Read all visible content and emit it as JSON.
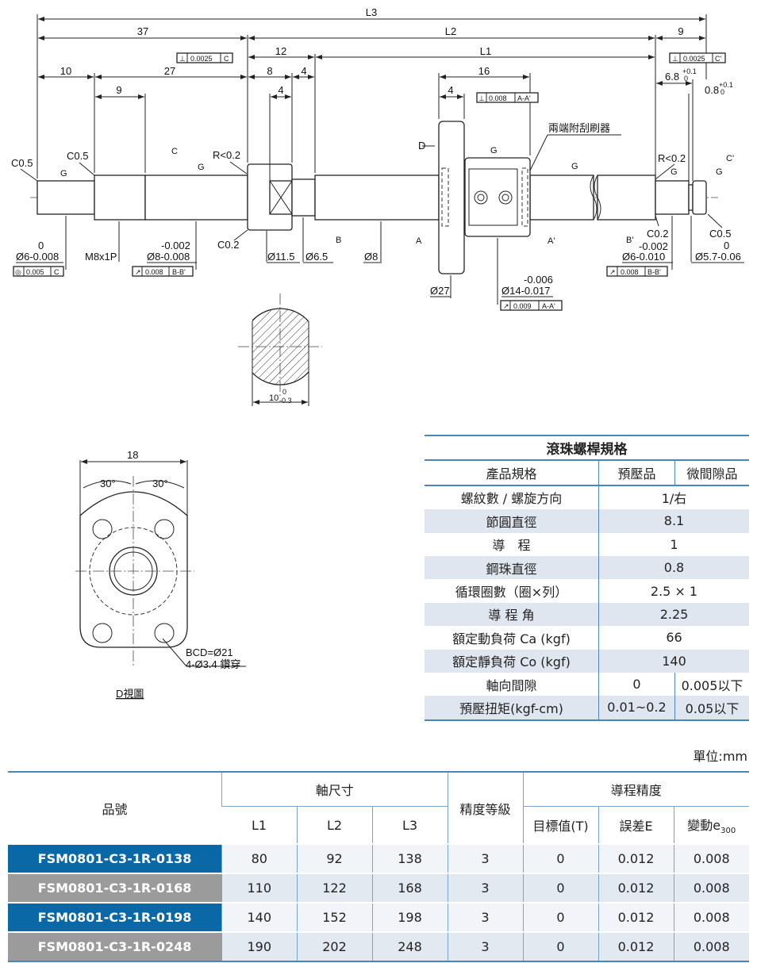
{
  "drawing": {
    "dims": {
      "L3": "L3",
      "d37": "37",
      "L2": "L2",
      "d9r": "9",
      "d12": "12",
      "L1": "L1",
      "d10": "10",
      "d27": "27",
      "d8": "8",
      "d4a": "4",
      "d16": "16",
      "d9": "9",
      "d4b": "4",
      "d4c": "4",
      "d68": "6.8",
      "d68tol_u": "+0.1",
      "d68tol_l": "0",
      "d08": "0.8",
      "d08tol_u": "+0.1",
      "d08tol_l": "0"
    },
    "notes": {
      "c05l": "C0.5",
      "c05b": "C0.5",
      "r02l": "R<0.2",
      "c02l": "C0.2",
      "r02r": "R<0.2",
      "c02r": "C0.2",
      "c05r": "C0.5",
      "D": "D",
      "wiper": "兩端附刮刷器",
      "d6tol": "0",
      "d6": "Ø6-0.008",
      "m8": "M8x1P",
      "d8tol": "-0.002",
      "d8": "Ø8-0.008",
      "d115": "Ø11.5",
      "d65": "Ø6.5",
      "d8s": "Ø8",
      "d27": "Ø27",
      "d14tol": "-0.006",
      "d14": "Ø14-0.017",
      "d6rtol": "-0.002",
      "d6r": "Ø6-0.010",
      "d57tol": "0",
      "d57": "Ø5.7-0.06",
      "g": "G",
      "datumC": "C",
      "datumB": "B",
      "datumA": "A",
      "datumA2": "A'",
      "datumB2": "B'",
      "datumC2": "C'"
    },
    "fcf": {
      "perpL": {
        "sym": "⊥",
        "val": "0.0025",
        "ref": "C"
      },
      "perpR": {
        "sym": "⊥",
        "val": "0.0025",
        "ref": "C'"
      },
      "perpF": {
        "sym": "⊥",
        "val": "0.008",
        "ref": "A-A'"
      },
      "conc": {
        "sym": "◎",
        "val": "0.005",
        "ref": "C"
      },
      "runL": {
        "sym": "↗",
        "val": "0.008",
        "ref": "B-B'"
      },
      "runN": {
        "sym": "↗",
        "val": "0.009",
        "ref": "A-A'"
      },
      "runR": {
        "sym": "↗",
        "val": "0.008",
        "ref": "B-B'"
      }
    },
    "section": {
      "width": "10",
      "tol_u": "0",
      "tol_l": "-0.3"
    },
    "dview": {
      "w": "18",
      "a1": "30°",
      "a2": "30°",
      "bcd": "BCD=Ø21",
      "holes": "4-Ø3.4 鑽穿",
      "title": "D視圖"
    }
  },
  "spec": {
    "title": "滾珠螺桿規格",
    "headers": [
      "產品規格",
      "預壓品",
      "微間隙品"
    ],
    "rows": [
      {
        "label": "螺紋數 / 螺旋方向",
        "value": "1/右"
      },
      {
        "label": "節圓直徑",
        "value": "8.1"
      },
      {
        "label": "導　程",
        "value": "1"
      },
      {
        "label": "鋼珠直徑",
        "value": "0.8"
      },
      {
        "label": "循環圈數（圈×列）",
        "value": "2.5 × 1"
      },
      {
        "label": "導 程 角",
        "value": "2.25"
      },
      {
        "label": "額定動負荷 Ca (kgf)",
        "value": "66"
      },
      {
        "label": "額定靜負荷 Co (kgf)",
        "value": "140"
      },
      {
        "label": "軸向間隙",
        "v1": "0",
        "v2": "0.005以下"
      },
      {
        "label": "預壓扭矩(kgf-cm)",
        "v1": "0.01~0.2",
        "v2": "0.05以下"
      }
    ]
  },
  "unit": "單位:mm",
  "models": {
    "h_part": "品號",
    "h_shaft": "軸尺寸",
    "h_grade": "精度等級",
    "h_lead": "導程精度",
    "h_L1": "L1",
    "h_L2": "L2",
    "h_L3": "L3",
    "h_T": "目標值(T)",
    "h_E": "誤差E",
    "h_e": "變動e",
    "h_e_sub": "300",
    "rows": [
      {
        "part": "FSM0801-C3-1R-0138",
        "L1": "80",
        "L2": "92",
        "L3": "138",
        "grade": "3",
        "T": "0",
        "E": "0.012",
        "e": "0.008"
      },
      {
        "part": "FSM0801-C3-1R-0168",
        "L1": "110",
        "L2": "122",
        "L3": "168",
        "grade": "3",
        "T": "0",
        "E": "0.012",
        "e": "0.008"
      },
      {
        "part": "FSM0801-C3-1R-0198",
        "L1": "140",
        "L2": "152",
        "L3": "198",
        "grade": "3",
        "T": "0",
        "E": "0.012",
        "e": "0.008"
      },
      {
        "part": "FSM0801-C3-1R-0248",
        "L1": "190",
        "L2": "202",
        "L3": "248",
        "grade": "3",
        "T": "0",
        "E": "0.012",
        "e": "0.008"
      }
    ]
  }
}
